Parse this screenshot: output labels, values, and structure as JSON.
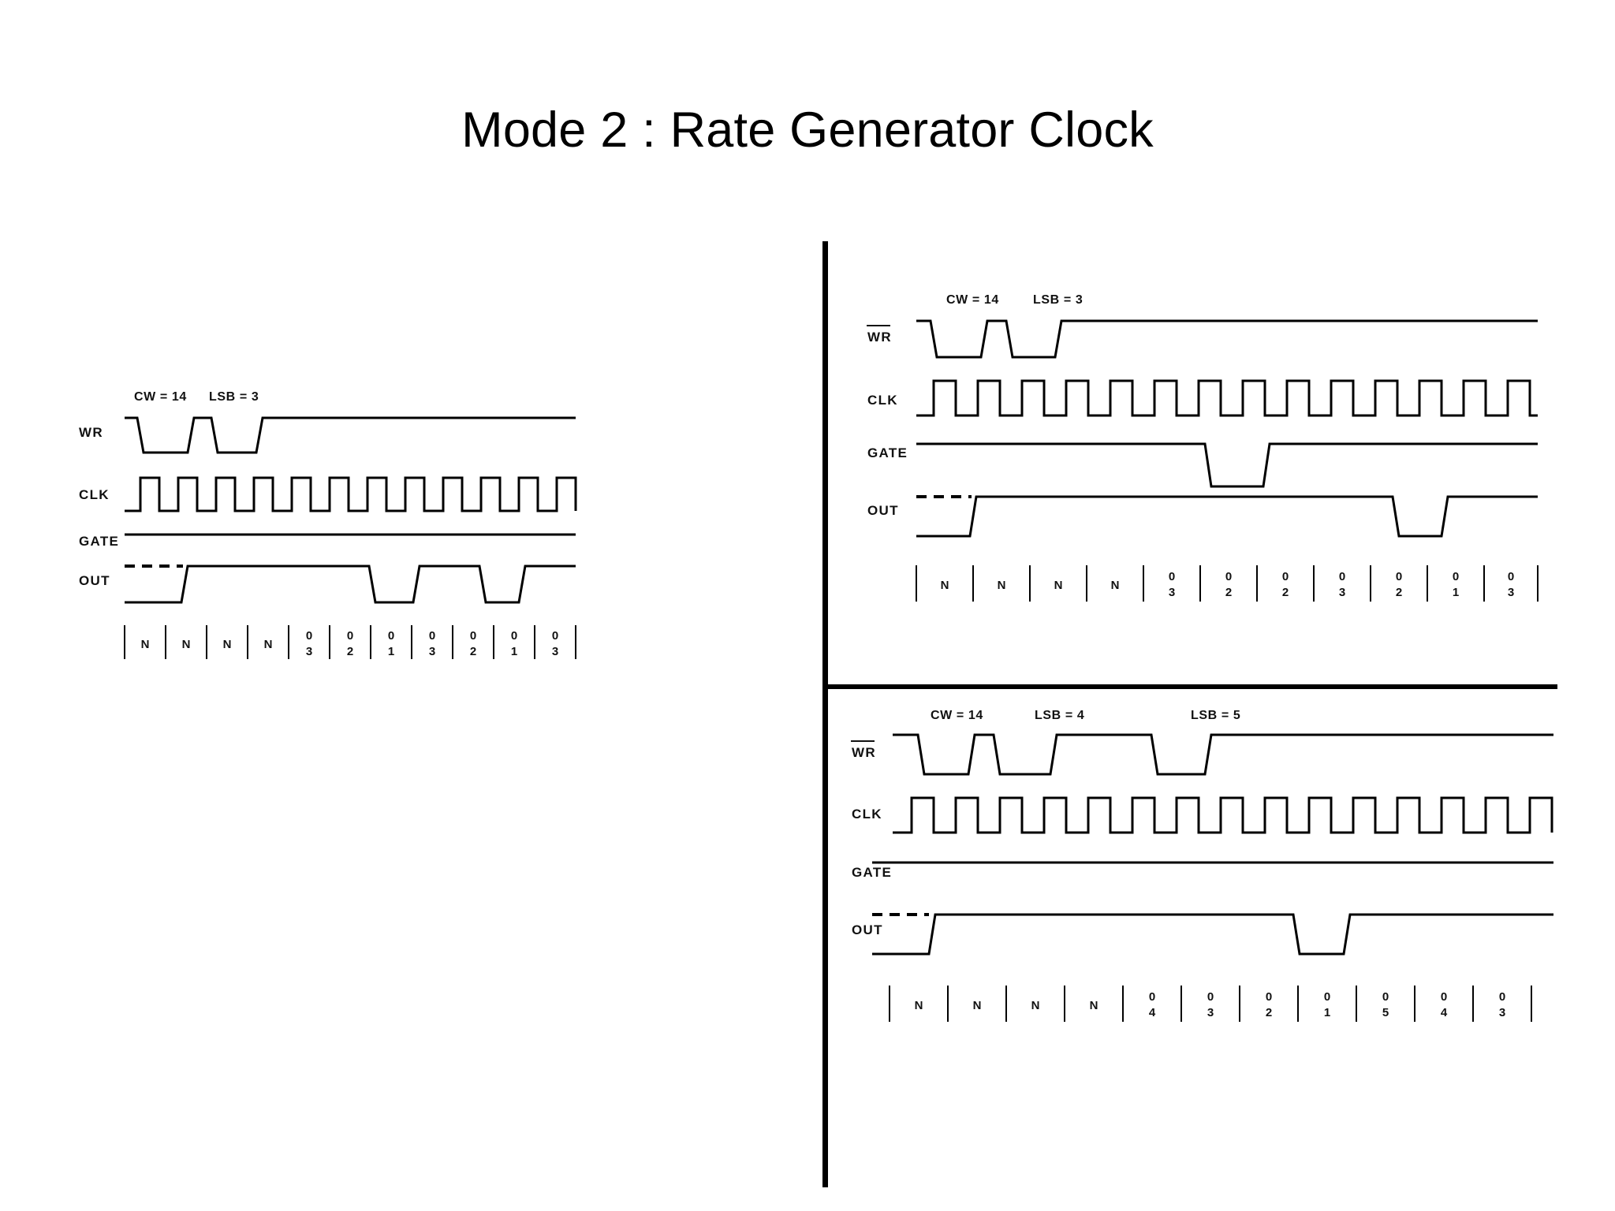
{
  "slide": {
    "title": "Mode 2 : Rate Generator Clock",
    "background_color": "#ffffff",
    "ink_color": "#000000"
  },
  "dividers": {
    "vertical_name": "vertical-divider",
    "horizontal_name": "horizontal-divider"
  },
  "panels": [
    {
      "id": "left",
      "name": "timing-diagram-left",
      "annotations": [
        {
          "text": "CW = 14",
          "x": 0.105
        },
        {
          "text": "LSB = 3",
          "x": 0.255
        }
      ],
      "signals": [
        {
          "label": "WR",
          "overline": false,
          "name": "signal-wr"
        },
        {
          "label": "CLK",
          "overline": false,
          "name": "signal-clk"
        },
        {
          "label": "GATE",
          "overline": false,
          "name": "signal-gate"
        },
        {
          "label": "OUT",
          "overline": false,
          "name": "signal-out"
        }
      ],
      "counts": [
        "N",
        "N",
        "N",
        "N",
        "0\n3",
        "0\n2",
        "0\n1",
        "0\n3",
        "0\n2",
        "0\n1",
        "0\n3"
      ],
      "counts_flat": [
        "N",
        "N",
        "N",
        "N",
        "03",
        "02",
        "01",
        "03",
        "02",
        "01",
        "03"
      ]
    },
    {
      "id": "top-right",
      "name": "timing-diagram-top-right",
      "annotations": [
        {
          "text": "CW = 14",
          "x": 0.11
        },
        {
          "text": "LSB = 3",
          "x": 0.265
        }
      ],
      "signals": [
        {
          "label": "WR",
          "overline": true,
          "name": "signal-wr"
        },
        {
          "label": "CLK",
          "overline": false,
          "name": "signal-clk"
        },
        {
          "label": "GATE",
          "overline": false,
          "name": "signal-gate"
        },
        {
          "label": "OUT",
          "overline": false,
          "name": "signal-out"
        }
      ],
      "counts": [
        "N",
        "N",
        "N",
        "N",
        "0\n3",
        "0\n2",
        "0\n2",
        "0\n3",
        "0\n2",
        "0\n1",
        "0\n3"
      ],
      "counts_flat": [
        "N",
        "N",
        "N",
        "N",
        "03",
        "02",
        "02",
        "03",
        "02",
        "01",
        "03"
      ]
    },
    {
      "id": "bottom-right",
      "name": "timing-diagram-bottom-right",
      "annotations": [
        {
          "text": "CW = 14",
          "x": 0.09
        },
        {
          "text": "LSB = 4",
          "x": 0.235
        },
        {
          "text": "LSB = 5",
          "x": 0.455
        }
      ],
      "signals": [
        {
          "label": "WR",
          "overline": true,
          "name": "signal-wr"
        },
        {
          "label": "CLK",
          "overline": false,
          "name": "signal-clk"
        },
        {
          "label": "GATE",
          "overline": false,
          "name": "signal-gate"
        },
        {
          "label": "OUT",
          "overline": false,
          "name": "signal-out"
        }
      ],
      "counts": [
        "N",
        "N",
        "N",
        "N",
        "0\n4",
        "0\n3",
        "0\n2",
        "0\n1",
        "0\n5",
        "0\n4",
        "0\n3"
      ],
      "counts_flat": [
        "N",
        "N",
        "N",
        "N",
        "04",
        "03",
        "02",
        "01",
        "05",
        "04",
        "03"
      ]
    }
  ],
  "labels": {
    "wr": "WR",
    "clk": "CLK",
    "gate": "GATE",
    "out": "OUT",
    "count_n": "N"
  }
}
